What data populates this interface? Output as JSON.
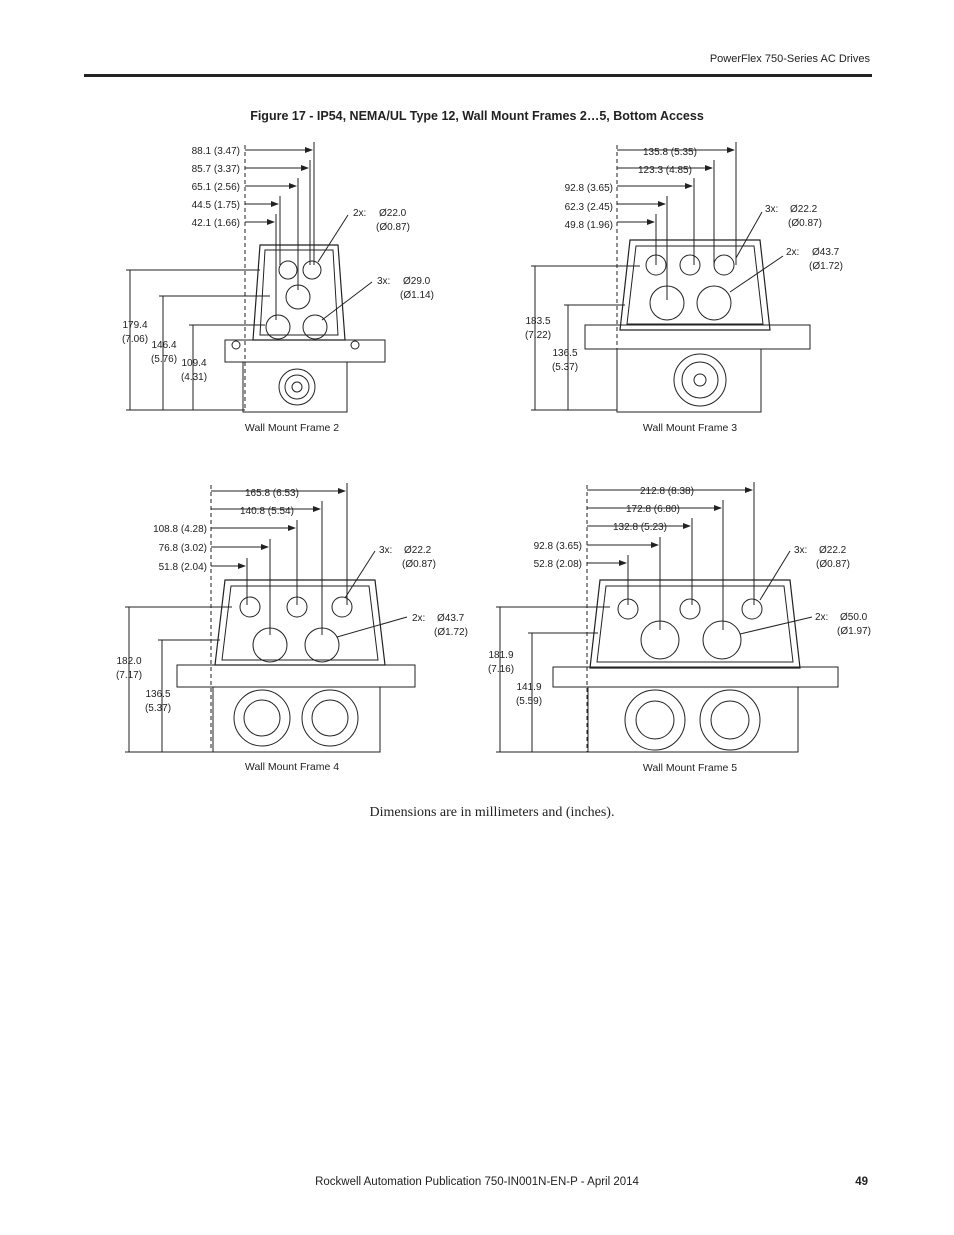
{
  "header": {
    "product": "PowerFlex 750-Series AC Drives"
  },
  "figure": {
    "title": "Figure 17 - IP54, NEMA/UL Type 12, Wall Mount Frames 2…5, Bottom Access"
  },
  "frames": {
    "f2": {
      "caption": "Wall Mount Frame 2",
      "top_dims": [
        "88.1 (3.47)",
        "85.7 (3.37)",
        "65.1 (2.56)",
        "44.5 (1.75)",
        "42.1 (1.66)"
      ],
      "height_dims": [
        [
          "179.4",
          "(7.06)"
        ],
        [
          "146.4",
          "(5.76)"
        ],
        [
          "109.4",
          "(4.31)"
        ]
      ],
      "callouts": [
        [
          "2x:",
          "Ø22.0",
          "(Ø0.87)"
        ],
        [
          "3x:",
          "Ø29.0",
          "(Ø1.14)"
        ]
      ]
    },
    "f3": {
      "caption": "Wall Mount Frame 3",
      "top_dims": [
        "135.8 (5.35)",
        "123.3 (4.85)",
        "92.8 (3.65)",
        "62.3 (2.45)",
        "49.8 (1.96)"
      ],
      "height_dims": [
        [
          "183.5",
          "(7.22)"
        ],
        [
          "136.5",
          "(5.37)"
        ]
      ],
      "callouts": [
        [
          "3x:",
          "Ø22.2",
          "(Ø0.87)"
        ],
        [
          "2x:",
          "Ø43.7",
          "(Ø1.72)"
        ]
      ]
    },
    "f4": {
      "caption": "Wall Mount Frame 4",
      "top_dims": [
        "165.8 (6.53)",
        "140.8 (5.54)",
        "108.8 (4.28)",
        "76.8 (3.02)",
        "51.8 (2.04)"
      ],
      "height_dims": [
        [
          "182.0",
          "(7.17)"
        ],
        [
          "136.5",
          "(5.37)"
        ]
      ],
      "callouts": [
        [
          "3x:",
          "Ø22.2",
          "(Ø0.87)"
        ],
        [
          "2x:",
          "Ø43.7",
          "(Ø1.72)"
        ]
      ]
    },
    "f5": {
      "caption": "Wall Mount Frame 5",
      "top_dims": [
        "212.8 (8.38)",
        "172.8 (6.80)",
        "132.8 (5.23)",
        "92.8 (3.65)",
        "52.8 (2.08)"
      ],
      "height_dims": [
        [
          "181.9",
          "(7.16)"
        ],
        [
          "141.9",
          "(5.59)"
        ]
      ],
      "callouts": [
        [
          "3x:",
          "Ø22.2",
          "(Ø0.87)"
        ],
        [
          "2x:",
          "Ø50.0",
          "(Ø1.97)"
        ]
      ]
    }
  },
  "note": "Dimensions are in millimeters and (inches).",
  "footer": {
    "publication": "Rockwell Automation Publication 750-IN001N-EN-P - April 2014",
    "page_number": "49"
  }
}
